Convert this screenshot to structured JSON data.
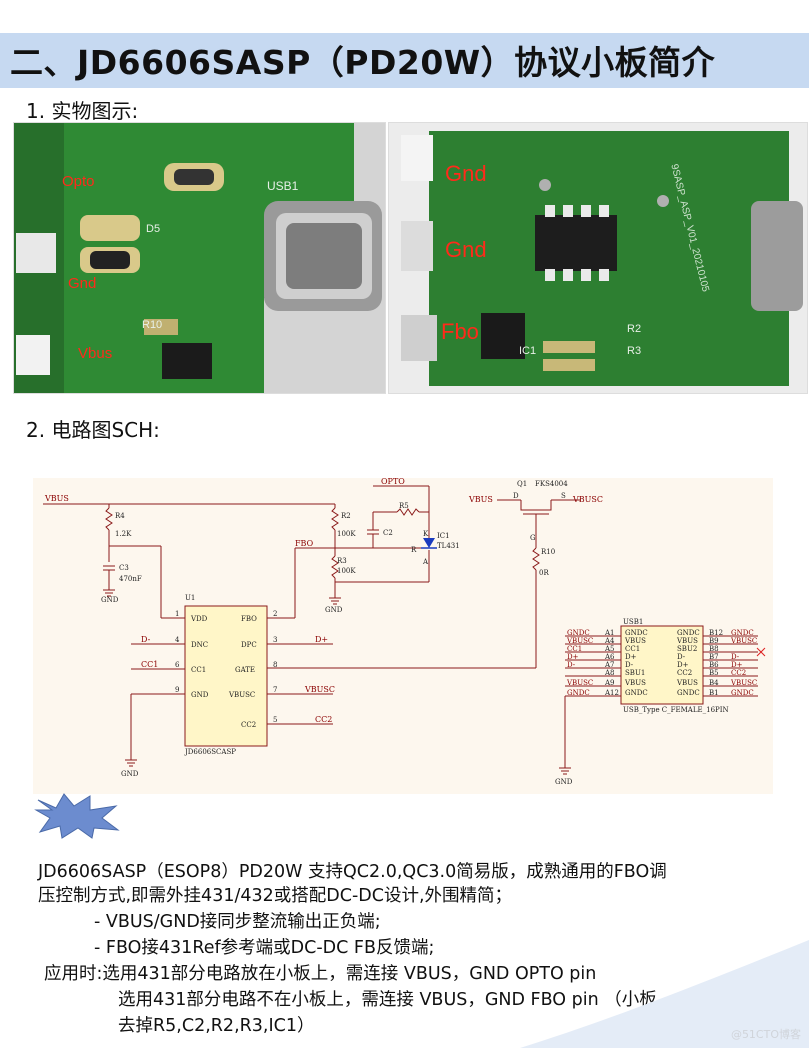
{
  "title": "二、JD6606SASP（PD20W）协议小板简介",
  "section1": "1. 实物图示:",
  "photo_left": {
    "labels": {
      "opto": "Opto",
      "gnd": "Gnd",
      "vbus": "Vbus"
    },
    "silk": {
      "usb": "USB1",
      "d5": "D5",
      "r10": "R10"
    }
  },
  "photo_right": {
    "labels": {
      "gnd1": "Gnd",
      "gnd2": "Gnd",
      "fbo": "Fbo"
    },
    "silk": {
      "rev": "9SASP_ASP_V01_20210105",
      "r2": "R2",
      "r3": "R3",
      "ic1": "IC1"
    }
  },
  "section2": "2. 电路图SCH:",
  "schematic": {
    "nets": {
      "vbus": "VBUS",
      "opto": "OPTO",
      "fbo": "FBO",
      "gnd": "GND",
      "vbus_d": "VBUS",
      "vbusc": "VBUSC",
      "dminus": "D-",
      "dplus": "D+",
      "cc1": "CC1",
      "cc2": "CC2"
    },
    "parts": {
      "r4": "R4",
      "r4v": "1.2K",
      "c3": "C3",
      "c3v": "470nF",
      "r5": "R5",
      "c2": "C2",
      "ic1": "IC1",
      "ic1v": "TL431",
      "r2": "R2",
      "r2v": "100K",
      "r3": "R3",
      "r3v": "100K",
      "q1": "Q1",
      "q1v": "FKS4004",
      "r10": "R10",
      "r10v": "0R",
      "u1": "U1",
      "u1v": "JD6606SCASP",
      "usb1": "USB1",
      "usb1v": "USB_Type C_FEMALE_16PIN"
    },
    "pins": {
      "d": "D",
      "s": "S",
      "g": "G",
      "k": "K",
      "r": "R",
      "a": "A",
      "p1": "1",
      "p2": "2",
      "p3": "3",
      "p4": "4",
      "p5": "5",
      "p6": "6",
      "p7": "7",
      "p8": "8",
      "p9": "9",
      "vdd": "VDD",
      "dnc": "DNC",
      "cc1": "CC1",
      "gnd": "GND",
      "fbo": "FBO",
      "dpc": "DPC",
      "gate": "GATE",
      "vbusc": "VBUSC",
      "cc2": "CC2"
    },
    "usb_rows": [
      {
        "lnet": "GNDC",
        "lpin": "A1",
        "l": "GNDC",
        "r": "GNDC",
        "rpin": "B12",
        "rnet": "GNDC"
      },
      {
        "lnet": "VBUSC",
        "lpin": "A4",
        "l": "VBUS",
        "r": "VBUS",
        "rpin": "B9",
        "rnet": "VBUSC"
      },
      {
        "lnet": "CC1",
        "lpin": "A5",
        "l": "CC1",
        "r": "SBU2",
        "rpin": "B8",
        "rnet": ""
      },
      {
        "lnet": "D+",
        "lpin": "A6",
        "l": "D+",
        "r": "D-",
        "rpin": "B7",
        "rnet": "D-"
      },
      {
        "lnet": "D-",
        "lpin": "A7",
        "l": "D-",
        "r": "D+",
        "rpin": "B6",
        "rnet": "D+"
      },
      {
        "lnet": "",
        "lpin": "A8",
        "l": "SBU1",
        "r": "CC2",
        "rpin": "B5",
        "rnet": "CC2"
      },
      {
        "lnet": "VBUSC",
        "lpin": "A9",
        "l": "VBUS",
        "r": "VBUS",
        "rpin": "B4",
        "rnet": "VBUSC"
      },
      {
        "lnet": "GNDC",
        "lpin": "A12",
        "l": "GNDC",
        "r": "GNDC",
        "rpin": "B1",
        "rnet": "GNDC"
      }
    ]
  },
  "description": {
    "line1": "JD6606SASP（ESOP8）PD20W  支持QC2.0,QC3.0简易版，成熟通用的FBO调",
    "line2": "压控制方式,即需外挂431/432或搭配DC-DC设计,外围精简；",
    "bullet1": "-  VBUS/GND接同步整流输出正负端;",
    "bullet2": "-  FBO接431Ref参考端或DC-DC FB反馈端;",
    "app1": "应用时:选用431部分电路放在小板上，需连接 VBUS，GND  OPTO  pin",
    "app2": "选用431部分电路不在小板上，需连接 VBUS，GND  FBO  pin （小板",
    "app3": "去掉R5,C2,R2,R3,IC1）"
  },
  "watermark": "@51CTO博客",
  "colors": {
    "title_bg": "#c6d9f1",
    "pcb": "#2b7a2e",
    "label": "#ff2a1a",
    "wire": "#8b1a1a",
    "net": "#8b0000",
    "burst": "#6c8ccf"
  }
}
